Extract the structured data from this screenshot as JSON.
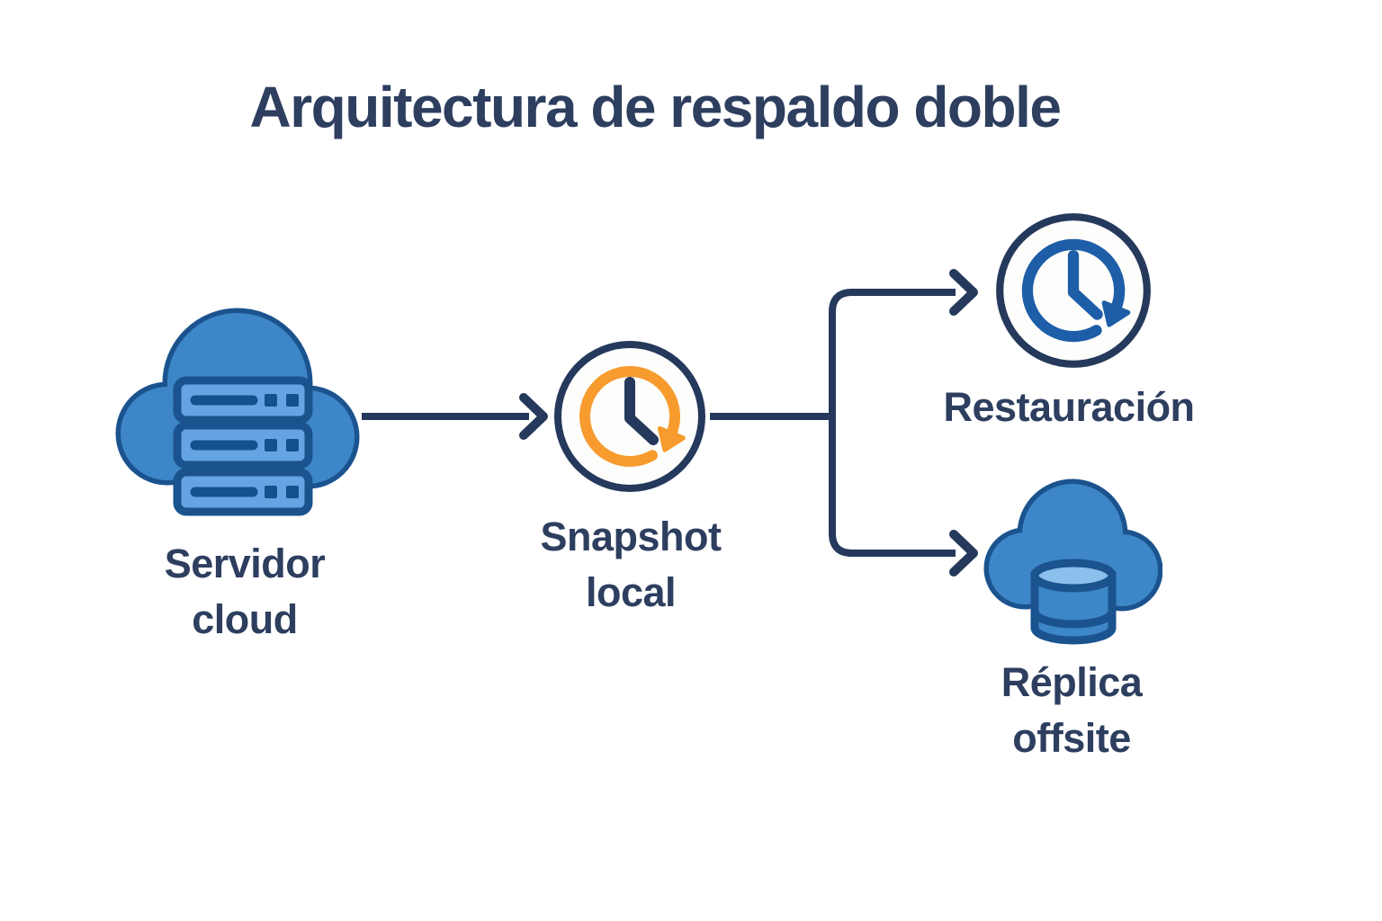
{
  "title": "Arquitectura de respaldo doble",
  "diagram_type": "backup-architecture-flow",
  "colors": {
    "background": "#ffffff",
    "text": "#2d3e5f",
    "line": "#24395b",
    "cloud-fill": "#3d86c8",
    "cloud-stroke": "#1b538e",
    "rack-fill": "#66a3e2",
    "rack-detail": "#14508c",
    "orange": "#f79b2e",
    "restore-blue": "#1e5ea8",
    "icon-bg": "#fdfdfc",
    "cyl-top": "#8cc0ec"
  },
  "nodes": [
    {
      "id": "servidor-cloud",
      "label": "Servidor cloud",
      "icon": "cloud-server-icon"
    },
    {
      "id": "snapshot-local",
      "label": "Snapshot local",
      "icon": "backup-clock-icon",
      "accent": "#f79b2e"
    },
    {
      "id": "restauracion",
      "label": "Restauración",
      "icon": "restore-clock-icon",
      "accent": "#1e5ea8"
    },
    {
      "id": "replica-offsite",
      "label": "Réplica offsite",
      "icon": "cloud-database-icon"
    }
  ],
  "edges": [
    {
      "from": "servidor-cloud",
      "to": "snapshot-local"
    },
    {
      "from": "snapshot-local",
      "to": "restauracion"
    },
    {
      "from": "snapshot-local",
      "to": "replica-offsite"
    }
  ]
}
